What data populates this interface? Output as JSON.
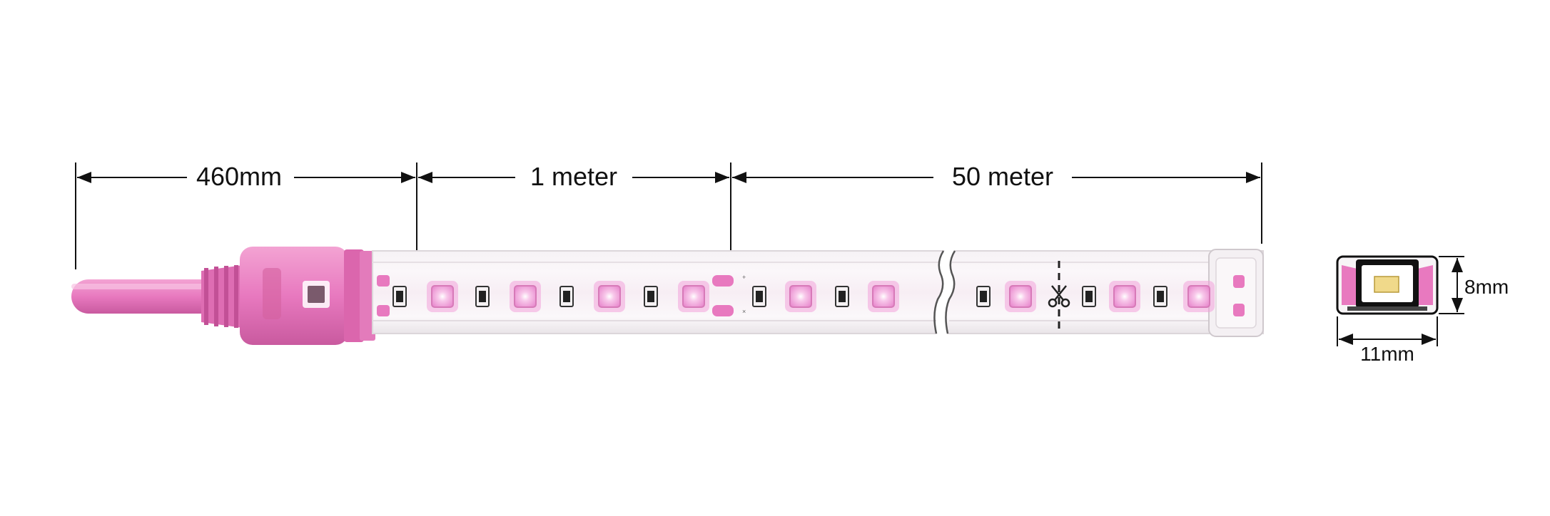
{
  "dimensions": {
    "cable_length": "460mm",
    "cut_length": "1 meter",
    "max_run": "50 meter",
    "profile_height": "8mm",
    "profile_width": "11mm"
  },
  "colors": {
    "pink": "#e879bf",
    "pink_dark": "#c94f9c",
    "pink_light": "#f5a9d6",
    "led_glow": "#f4a6dc",
    "chip_white": "#f3e4c6",
    "chip_yellow": "#f0d98a"
  }
}
